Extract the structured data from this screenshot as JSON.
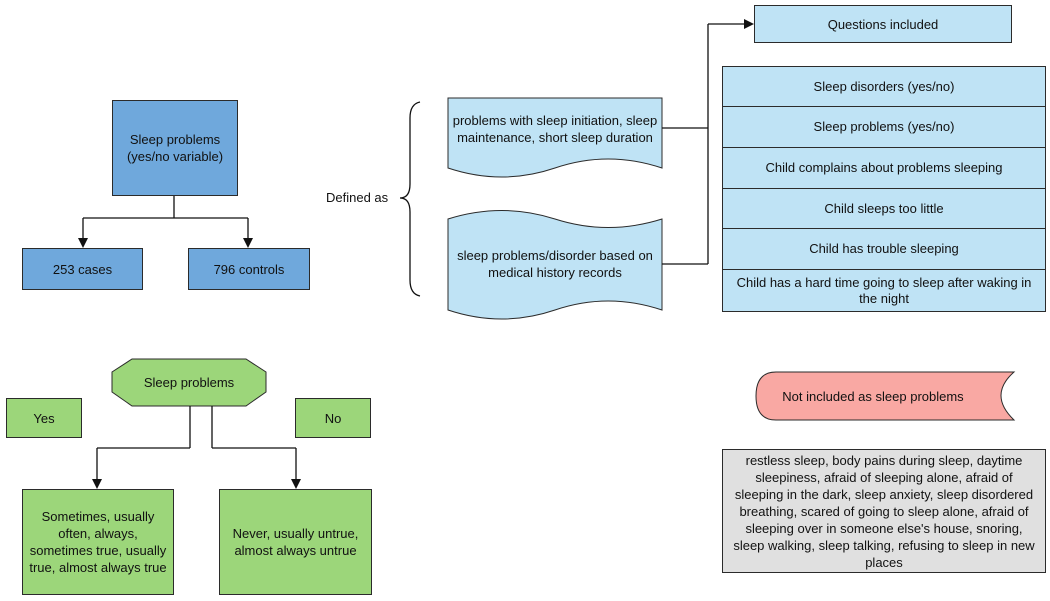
{
  "top_left": {
    "root": "Sleep problems (yes/no variable)",
    "cases": "253 cases",
    "controls": "796 controls"
  },
  "defined_as": "Defined as",
  "definitions": [
    "problems with sleep initiation, sleep maintenance, short sleep duration",
    "sleep problems/disorder based on medical history records"
  ],
  "questions": {
    "header": "Questions included",
    "items": [
      "Sleep disorders (yes/no)",
      "Sleep problems (yes/no)",
      "Child complains about problems sleeping",
      "Child sleeps too little",
      "Child has trouble sleeping",
      "Child has a hard time going to sleep after waking in the night"
    ]
  },
  "decision": {
    "root": "Sleep problems",
    "yes_label": "Yes",
    "no_label": "No",
    "yes_answers": "Sometimes, usually often, always, sometimes true, usually true, almost always true",
    "no_answers": "Never, usually untrue, almost always untrue"
  },
  "not_included": {
    "header": "Not included as sleep problems",
    "items": "restless sleep, body pains during sleep, daytime sleepiness, afraid of sleeping alone, afraid of sleeping in the dark, sleep anxiety, sleep disordered breathing, scared of going to sleep alone, afraid of sleeping over in someone else's house, snoring, sleep walking, sleep talking, refusing to sleep in new places"
  },
  "colors": {
    "dark_blue": "#6fa8dc",
    "light_blue": "#bfe3f5",
    "green": "#9cd67a",
    "pink": "#f9a8a3",
    "gray": "#e0e0e0"
  }
}
